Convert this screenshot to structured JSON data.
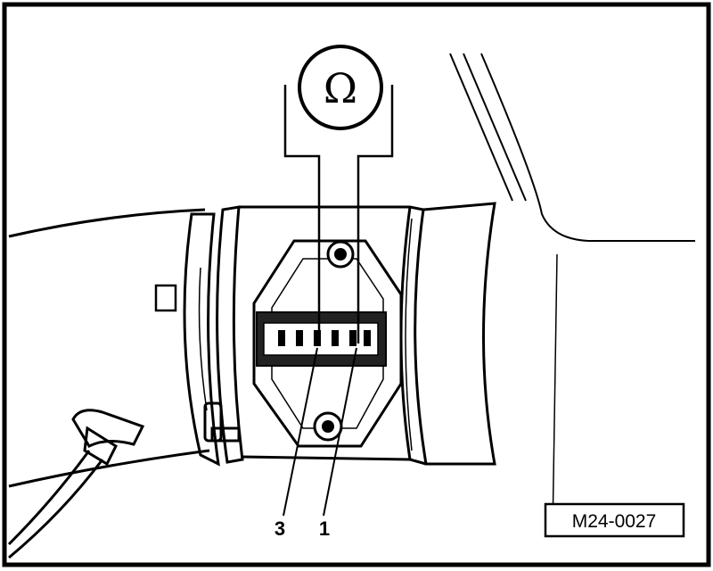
{
  "figure": {
    "meter_symbol": "Ω",
    "callouts": [
      {
        "label": "3"
      },
      {
        "label": "1"
      }
    ],
    "reference_code": "M24-0027"
  }
}
